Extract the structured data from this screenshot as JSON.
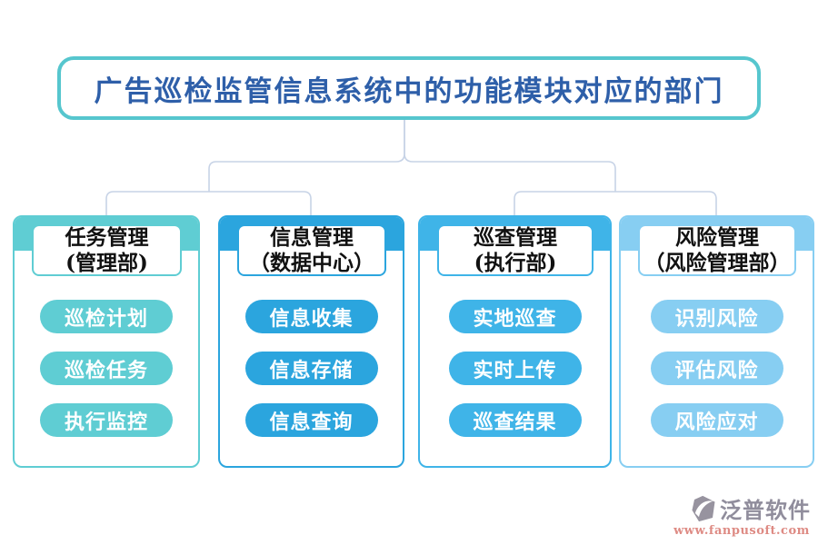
{
  "title": {
    "text": "广告巡检监管信息系统中的功能模块对应的部门",
    "text_color": "#2E5FA9",
    "border_color": "#56C6CE"
  },
  "connector_color": "#C7D3E6",
  "columns": [
    {
      "header_line1": "任务管理",
      "header_line2": "(管理部)",
      "color": "#5FCDD3",
      "items": [
        "巡检计划",
        "巡检任务",
        "执行监控"
      ]
    },
    {
      "header_line1": "信息管理",
      "header_line2": "（数据中心）",
      "color": "#2BA5DE",
      "items": [
        "信息收集",
        "信息存储",
        "信息查询"
      ]
    },
    {
      "header_line1": "巡查管理",
      "header_line2": "(执行部)",
      "color": "#3FB4E8",
      "items": [
        "实地巡查",
        "实时上传",
        "巡查结果"
      ]
    },
    {
      "header_line1": "风险管理",
      "header_line2": "（风险管理部）",
      "color": "#87CEF2",
      "items": [
        "识别风险",
        "评估风险",
        "风险应对"
      ]
    }
  ],
  "logo": {
    "name": "泛普软件",
    "url": "www.fanpusoft.com",
    "name_color": "#908D9C",
    "url_color": "#DE8B84",
    "icon_color": "#97939F"
  }
}
